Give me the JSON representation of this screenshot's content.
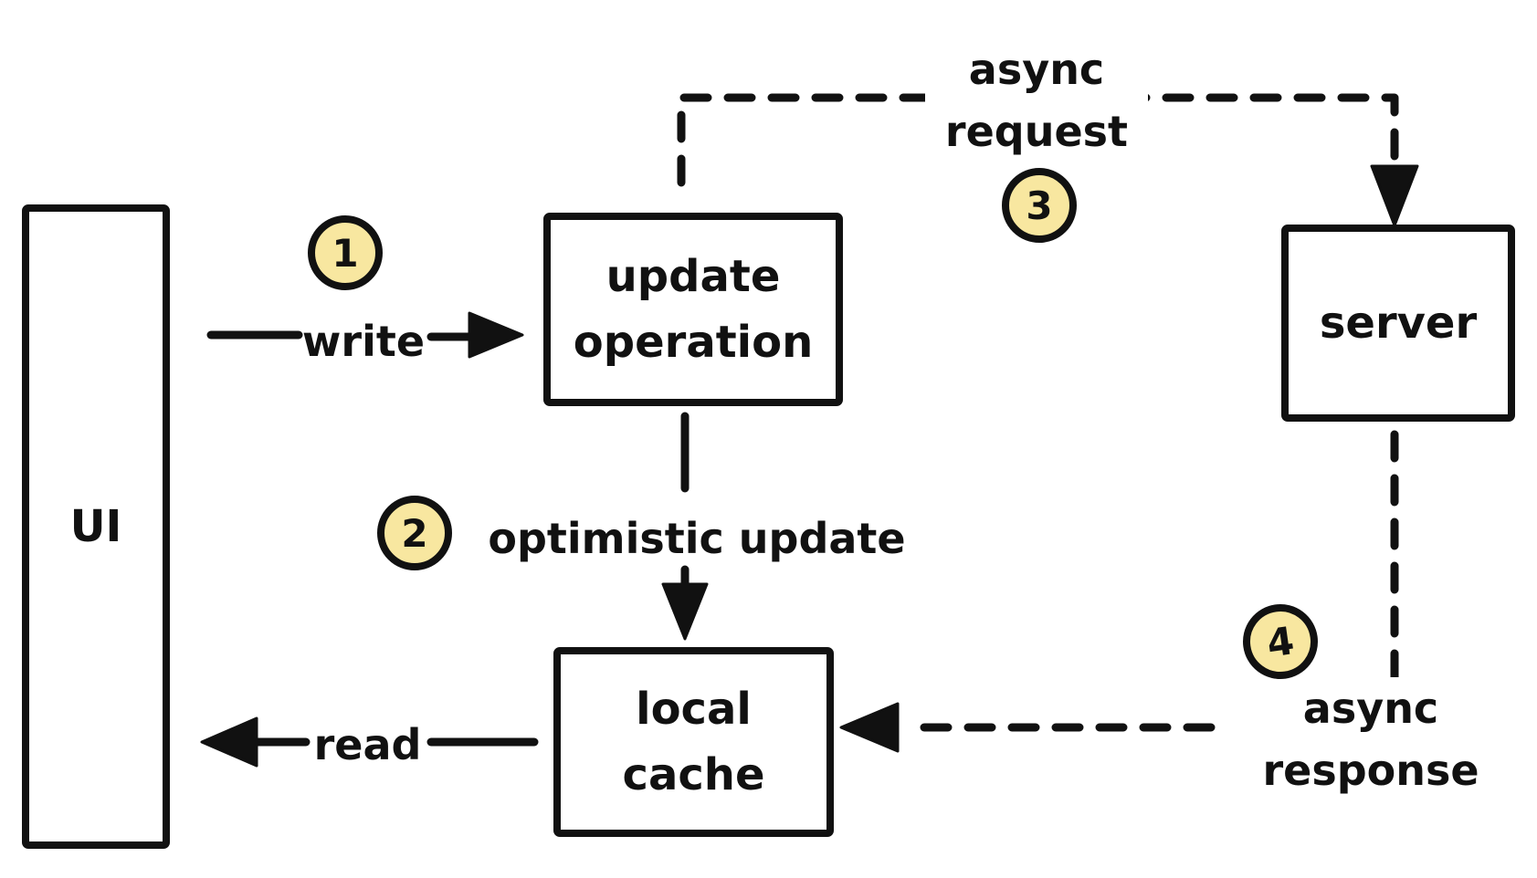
{
  "nodes": {
    "ui": {
      "label": "UI"
    },
    "update_operation": {
      "line1": "update",
      "line2": "operation"
    },
    "server": {
      "label": "server"
    },
    "local_cache": {
      "line1": "local",
      "line2": "cache"
    }
  },
  "edges": {
    "write": {
      "label": "write",
      "badge": "1"
    },
    "optimistic_update": {
      "label": "optimistic update",
      "badge": "2"
    },
    "async_request": {
      "line1": "async",
      "line2": "request",
      "badge": "3"
    },
    "async_response": {
      "line1": "async",
      "line2": "response",
      "badge": "4"
    },
    "read": {
      "label": "read"
    }
  },
  "colors": {
    "stroke": "#111111",
    "badge_fill": "#f8e7a0",
    "background": "#ffffff"
  }
}
